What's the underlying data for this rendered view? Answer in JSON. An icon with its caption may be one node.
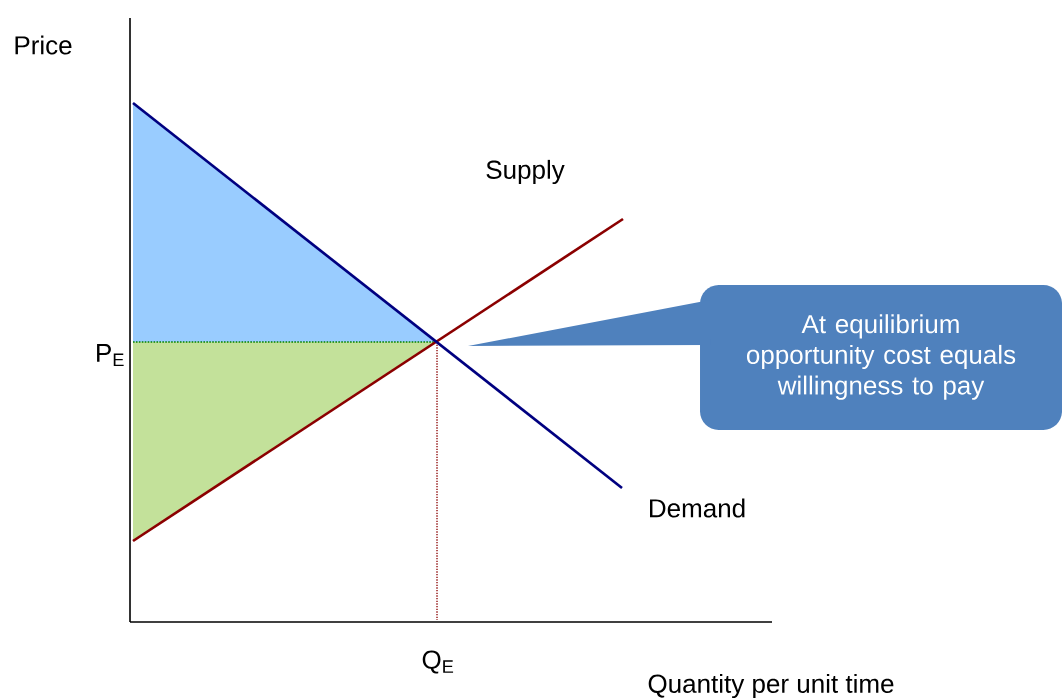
{
  "diagram": {
    "nodes": [
      {
        "text": [
          "At equilibrium opportunity cost equals willingness to pay"
        ]
      }
    ],
    "labels": [
      "Price",
      "P$_{E}$",
      "Supply",
      "Demand",
      "Q$_{E}$",
      "Quantity per unit time"
    ]
  }
}
